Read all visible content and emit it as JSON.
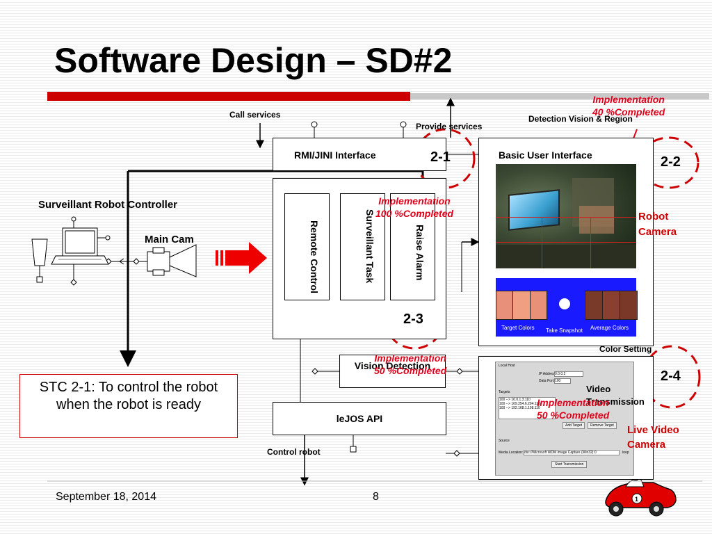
{
  "slide": {
    "title": "Software Design – SD#2",
    "date": "September 18, 2014",
    "page": "8"
  },
  "diagram": {
    "call_services": "Call services",
    "provide_services": "Provide services",
    "rmi_jini": "RMI/JINI Interface",
    "remote_control": "Remote Control",
    "surveillant_task": "Surveillant Task",
    "raise_alarm": "Raise Alarm",
    "vision_detection": "Vision Detection",
    "lejos_api": "leJOS API",
    "control_robot": "Control robot",
    "surveillant_robot_controller": "Surveillant Robot Controller",
    "main_cam": "Main Cam",
    "basic_user_interface": "Basic User Interface",
    "detection_vision_region": "Detection Vision & Region",
    "robot_camera": "Robot Camera",
    "color_setting": "Color Setting",
    "video_transmission": "Video Transmission",
    "live_video_camera": "Live Video Camera",
    "target_colors": "Target Colors",
    "take_snapshot": "Take Snapshot",
    "average_colors": "Average Colors",
    "stc_text": "STC 2-1: To control the robot when the robot is ready"
  },
  "badges": [
    "2-1",
    "2-2",
    "2-3",
    "2-4"
  ],
  "implementation": {
    "label": "Implementation",
    "i40": "40 %Completed",
    "i100": "100 %Completed",
    "i50a": "50 %Completed",
    "i50b": "50 %Completed"
  },
  "video_panel": {
    "local_host": "Local Host",
    "ip_label": "IP Address:",
    "ip_value": "0.0.0.2",
    "port_label": "Data Port:",
    "port_value": "100",
    "targets_label": "Targets",
    "targets": [
      "100 --> 10.0.1.3.110",
      "100 --> 169.254.6.204.110",
      "100 --> 192.168.1.108.110"
    ],
    "add_target": "Add Target",
    "remove_target": "Remove Target",
    "source_label": "Source",
    "media_location_label": "Media Location:",
    "media_location_value": "dsc://Microsoft WDM Image Capture (Win32):0",
    "loop_label": "loop",
    "start_transmission": "Start Transmission"
  },
  "colors": {
    "title_bar_red": "#cc0000",
    "title_bar_gray": "#c8c8c8",
    "annotation_red": "#e0001a",
    "snapshot_blue": "#1a1aff"
  }
}
